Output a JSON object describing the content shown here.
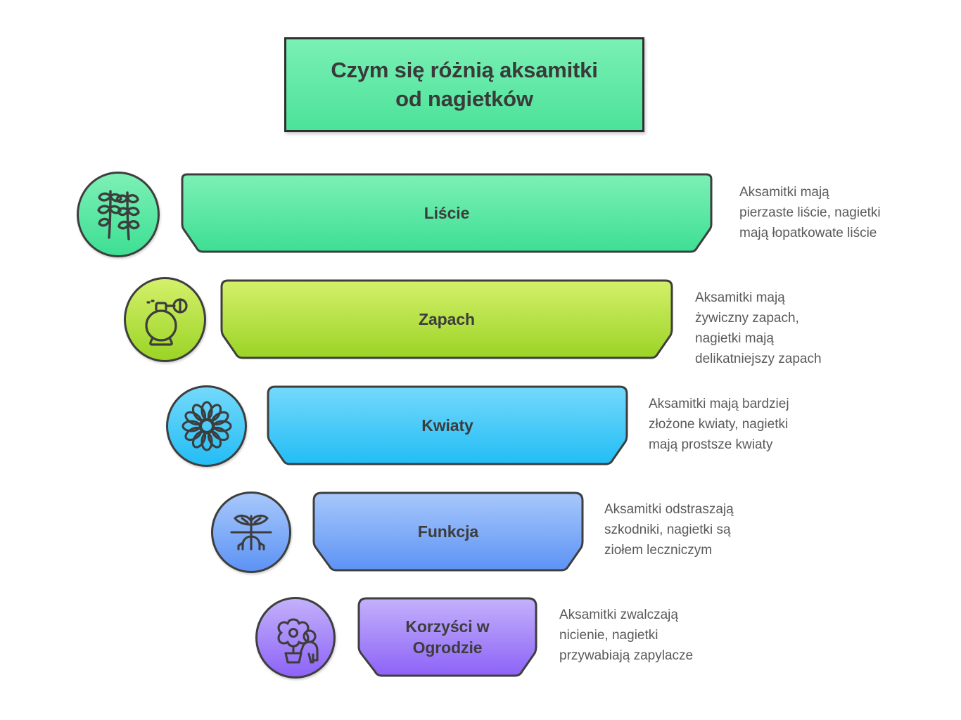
{
  "title": {
    "text": "Czym się różnią aksamitki\nod nagietków",
    "fill_top": "#7af0b4",
    "fill_bottom": "#4ce29a",
    "border": "#2f2f2f"
  },
  "rows": [
    {
      "label": "Liście",
      "description": "Aksamitki mają\npierzaste liście, nagietki\nmają łopatkowate liście",
      "icon_name": "leaves-icon",
      "color_top": "#7df0b6",
      "color_bottom": "#3ddf93",
      "stroke": "#3e3e3e"
    },
    {
      "label": "Zapach",
      "description": "Aksamitki mają\nżywiczny zapach,\nnagietki mają\ndelikatniejszy zapach",
      "icon_name": "perfume-bottle-icon",
      "color_top": "#d4f06a",
      "color_bottom": "#9bd426",
      "stroke": "#3e3e3e"
    },
    {
      "label": "Kwiaty",
      "description": "Aksamitki mają bardziej\nzłożone kwiaty, nagietki\nmają prostsze kwiaty",
      "icon_name": "flower-icon",
      "color_top": "#74d9fb",
      "color_bottom": "#23bdf5",
      "stroke": "#3e3e3e"
    },
    {
      "label": "Funkcja",
      "description": "Aksamitki odstraszają\nszkodniki, nagietki są\nziołem leczniczym",
      "icon_name": "seedling-roots-icon",
      "color_top": "#a8c8fb",
      "color_bottom": "#5d93f5",
      "stroke": "#3e3e3e"
    },
    {
      "label": "Korzyści w\nOgrodzie",
      "description": "Aksamitki zwalczają\nnicienie, nagietki\nprzywabiają zapylacze",
      "icon_name": "gardener-flowerpot-icon",
      "color_top": "#c3b1fb",
      "color_bottom": "#8d63f7",
      "stroke": "#3e3e3e"
    }
  ],
  "colors": {
    "background": "#ffffff",
    "text_dark": "#3d3d3d",
    "text_grey": "#5a5a5a"
  }
}
